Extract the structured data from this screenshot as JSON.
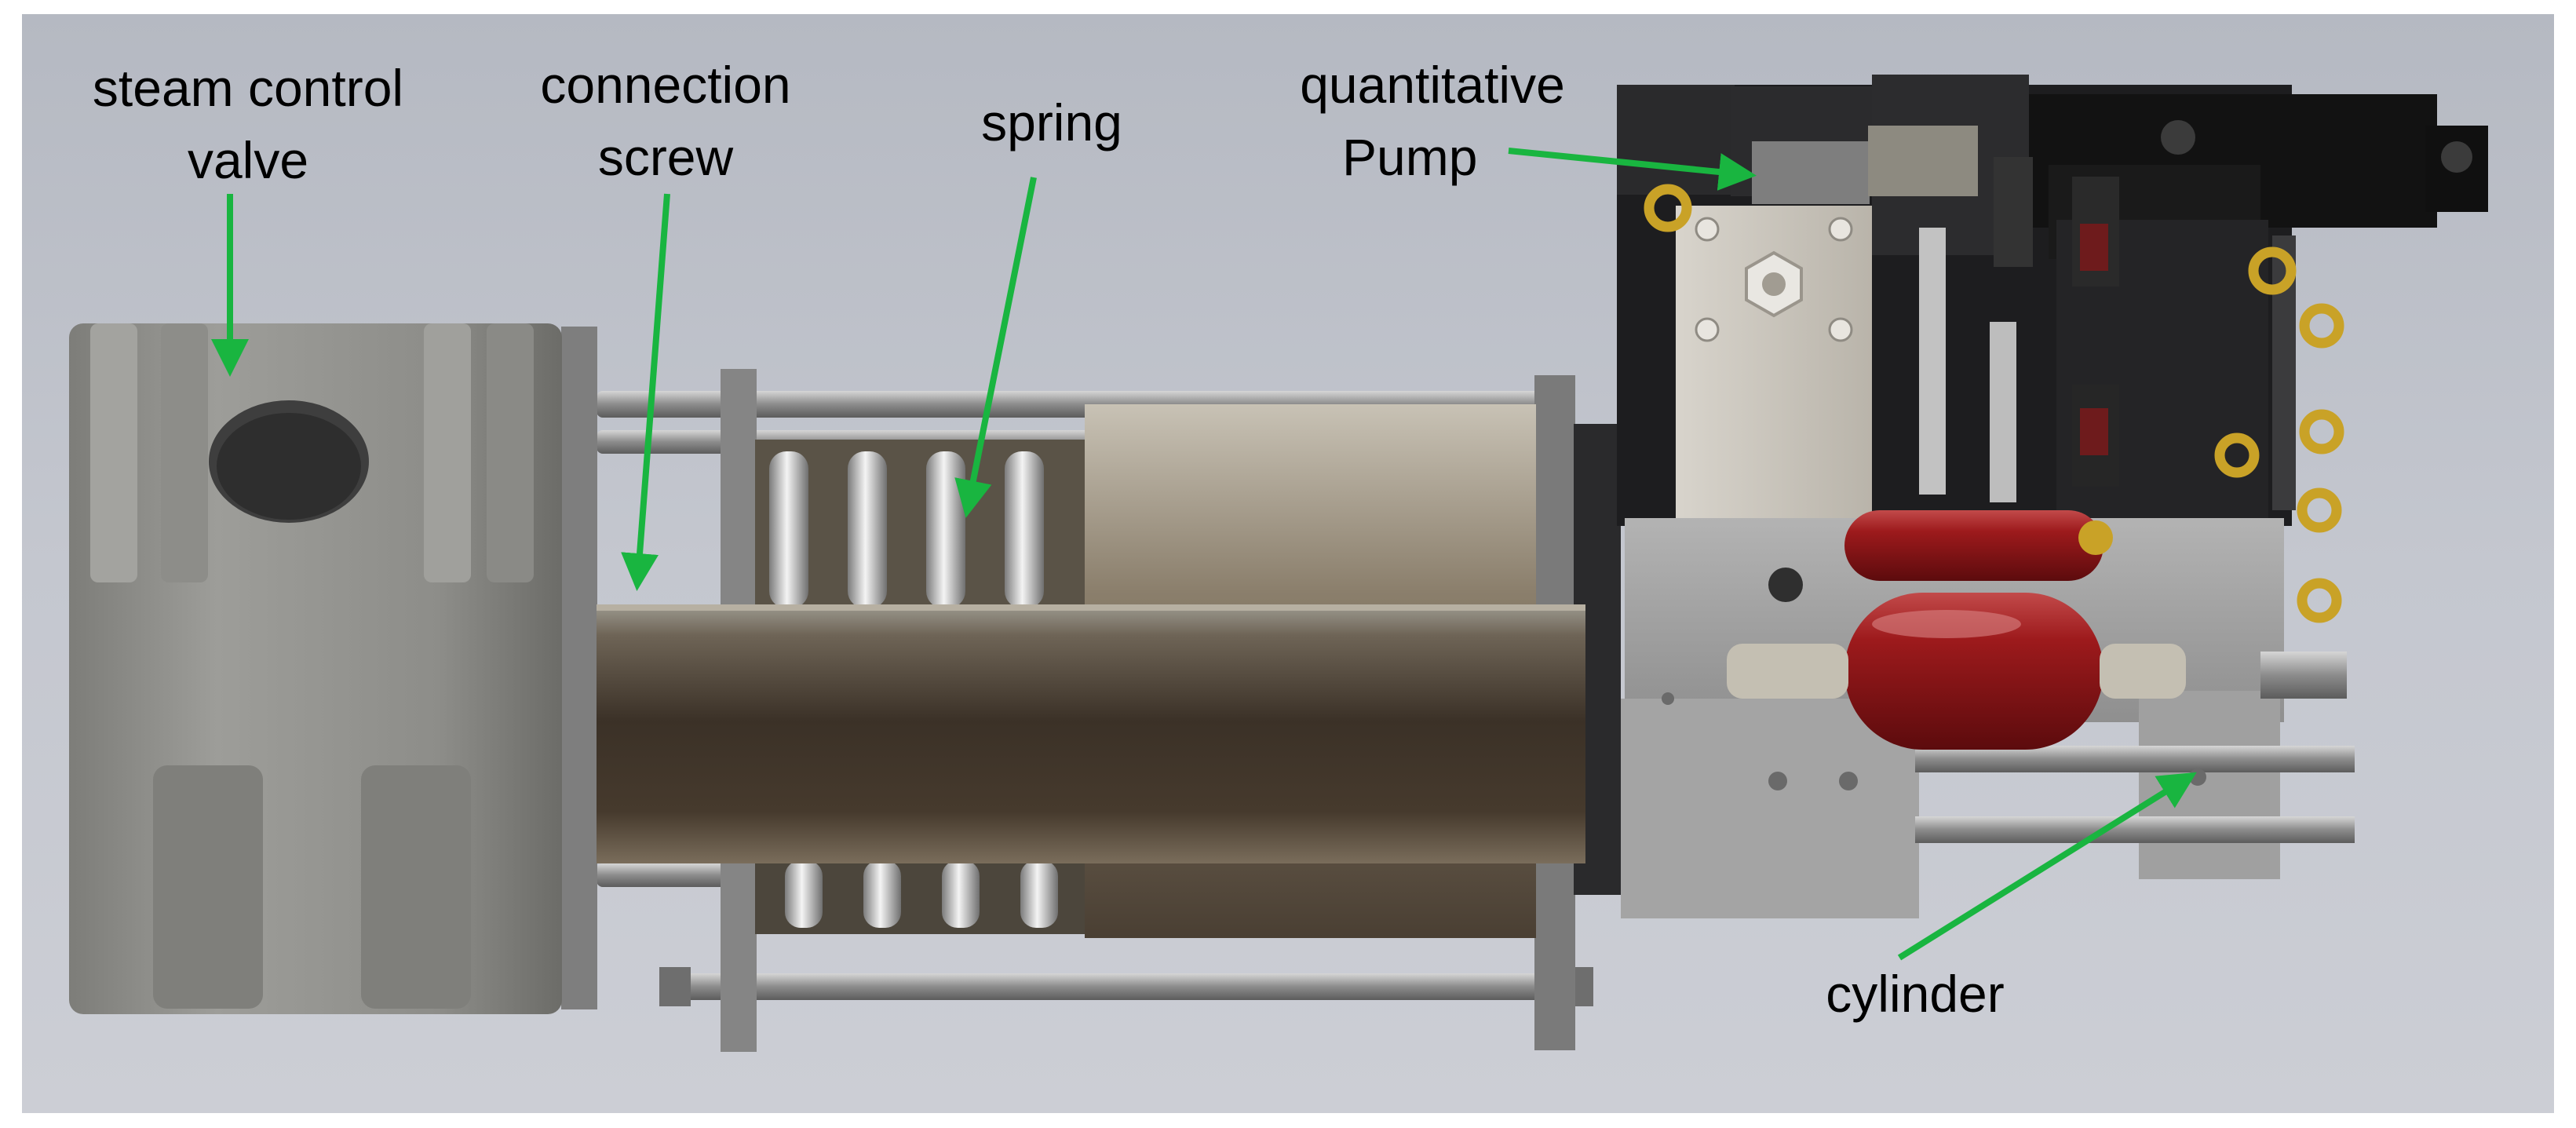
{
  "labels": {
    "steam_control_valve": {
      "line1": "steam control",
      "line2": "valve"
    },
    "connection_screw": {
      "line1": "connection",
      "line2": "screw"
    },
    "spring": {
      "text": "spring"
    },
    "quantitative_pump": {
      "line1": "quantitative",
      "line2": "Pump"
    },
    "cylinder": {
      "text": "cylinder"
    }
  },
  "colors": {
    "arrow": "#19b540",
    "background_top": "#b8bcc5",
    "background_bottom": "#c9ccd3",
    "valve_body": "#8c8c88",
    "barrel": "#3a3127",
    "accumulator": "#9c1a1c",
    "eyebolt": "#c9a227",
    "manifold": "#1e1e20",
    "motor": "#151515"
  },
  "icons": [
    "arrow"
  ]
}
